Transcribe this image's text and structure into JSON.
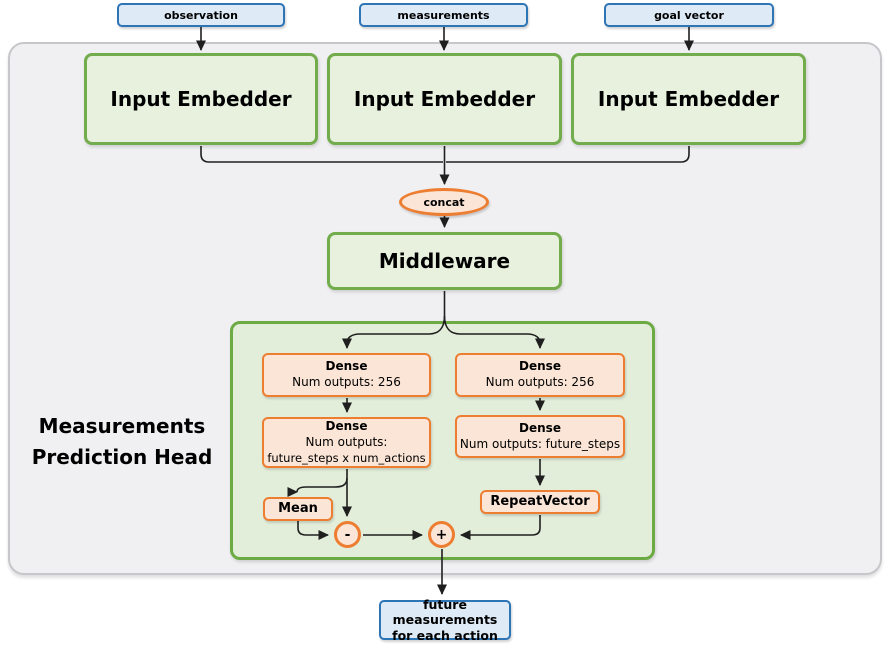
{
  "diagram": {
    "inputs": [
      {
        "label": "observation"
      },
      {
        "label": "measurements"
      },
      {
        "label": "goal vector"
      }
    ],
    "embedders": [
      {
        "label": "Input Embedder"
      },
      {
        "label": "Input Embedder"
      },
      {
        "label": "Input Embedder"
      }
    ],
    "concat": {
      "label": "concat"
    },
    "middleware": {
      "label": "Middleware"
    },
    "head": {
      "title_line1": "Measurements",
      "title_line2": "Prediction Head",
      "dense_left_1": {
        "title": "Dense",
        "line1": "Num outputs: 256"
      },
      "dense_right_1": {
        "title": "Dense",
        "line1": "Num outputs: 256"
      },
      "dense_left_2": {
        "title": "Dense",
        "line1": "Num outputs:",
        "line2": "future_steps x num_actions"
      },
      "dense_right_2": {
        "title": "Dense",
        "line1": "Num outputs: future_steps"
      },
      "mean": {
        "label": "Mean"
      },
      "repeat_vector": {
        "label": "RepeatVector"
      },
      "minus": {
        "label": "-"
      },
      "plus": {
        "label": "+"
      }
    },
    "output": {
      "line1": "future measurements",
      "line2": "for each action"
    },
    "colors": {
      "blue_border": "#2E75B6",
      "blue_fill": "#DEEBF7",
      "green_border": "#72AC4D",
      "green_fill": "#E7F1DE",
      "head_border": "#6CAB44",
      "head_fill": "#E2EEDA",
      "orange_border": "#ED7D31",
      "orange_fill": "#FBE5D6",
      "container_fill": "#F0F0F2",
      "container_border": "#C7C7CB",
      "line": "#1F1F1F"
    }
  }
}
